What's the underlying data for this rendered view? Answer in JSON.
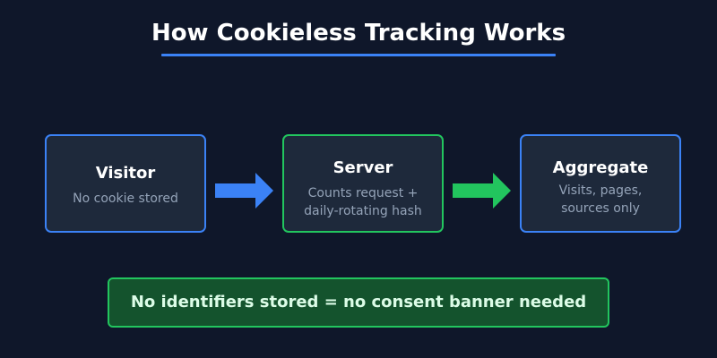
{
  "title": "How Cookieless Tracking Works",
  "steps": [
    {
      "heading": "Visitor",
      "description": "No cookie stored"
    },
    {
      "heading": "Server",
      "description": "Counts request +\ndaily-rotating hash"
    },
    {
      "heading": "Aggregate",
      "description": "Visits, pages,\nsources only"
    }
  ],
  "banner": "No identifiers stored = no consent banner needed",
  "colors": {
    "background": "#0f172a",
    "card_fill": "#1e293b",
    "blue_accent": "#3b82f6",
    "green_accent": "#22c55e",
    "banner_fill": "#14532d"
  }
}
